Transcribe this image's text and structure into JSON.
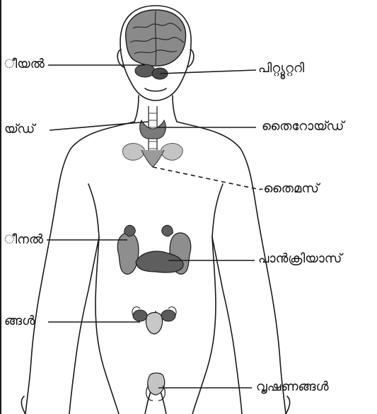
{
  "labels": {
    "pineal": "ീയൽ",
    "pituitary": "പിറ്റ്യൂറ്ററി",
    "parathyroid": "യ്ഡ്",
    "thyroid": "തൈറോയ്ഡ്",
    "thymus": "-തൈമസ്",
    "adrenal": "ീനൽ",
    "pancreas": "പാൻക്രിയാസ്",
    "ovaries": "ങ്ങൾ",
    "testes": "വൃഷണങ്ങൾ"
  },
  "colors": {
    "ink": "#1a1a1a",
    "organ_fill": "#6e6e6e",
    "organ_light": "#b8b8b8"
  }
}
